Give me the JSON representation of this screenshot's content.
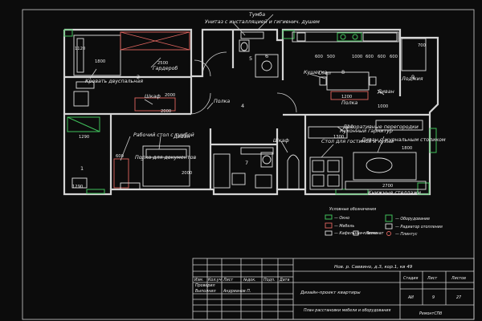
{
  "rooms": {
    "r1": {
      "label": "Кровать двуспальная",
      "number": "2"
    },
    "r2": {
      "label": "Гардероб"
    },
    "r3": {
      "label": "Рабочий стол с тумбой",
      "number": "3"
    },
    "r4": {
      "label": "Полка для документов"
    },
    "r5": {
      "label": "Диван"
    },
    "r6": {
      "label": "Кухонный гарнитур"
    },
    "r7": {
      "label": "Стол для гостиной и кухни"
    },
    "r8": {
      "label": "Декоративные перегородки"
    },
    "r9": {
      "label": "Диван с журнальным столиком"
    },
    "r10": {
      "label": "Книжные стеллажи"
    },
    "r11": {
      "label": "Шкаф"
    },
    "r12": {
      "label": "Полка"
    },
    "r13": {
      "label": "Кушетка"
    },
    "r14": {
      "label": "Унитаз с инсталляцией и гигиенич. душем"
    },
    "r15": {
      "label": "Тумба"
    },
    "r16": {
      "label": "Стол"
    },
    "r17": {
      "label": "Шкаф"
    },
    "r18": {
      "label": "Диван"
    },
    "r19": {
      "label": "Полка"
    },
    "r20": {
      "label": "Лоджия"
    }
  },
  "dimensions": [
    "1800",
    "2500",
    "2000",
    "1000",
    "500",
    "600",
    "600",
    "600",
    "1200",
    "2700",
    "2000",
    "1290",
    "1290",
    "600",
    "2000",
    "700",
    "1000",
    "600",
    "1120",
    "1800",
    "1300"
  ],
  "room_numbers": [
    "1",
    "4",
    "5",
    "6",
    "7",
    "8",
    "9",
    "10"
  ],
  "legend": {
    "title": "Условные обозначения",
    "items": [
      "— Окно",
      "— Мебель",
      "— Кафельная плитка",
      "— Ламинат",
      "— Оборудование",
      "— Радиатор отопления",
      "— Плинтус"
    ]
  },
  "title_block": {
    "project": "Нов. р. Саввино, д.3, кор.1, кв 49",
    "object": "Дизайн-проект квартиры",
    "sheet_title": "План расстановки мебели и оборудования",
    "head_labels": [
      "Изм.",
      "Кол.уч",
      "Лист",
      "№док.",
      "Подп.",
      "Дата"
    ],
    "role1": "Проверил",
    "role2": "Выполнил",
    "author": "Андрианов П.",
    "stage_h": "Стадия",
    "sheet_h": "Лист",
    "sheets_h": "Листов",
    "stage": "АИ",
    "sheet": "9",
    "sheets": "27",
    "company": "РемонтСПб"
  }
}
